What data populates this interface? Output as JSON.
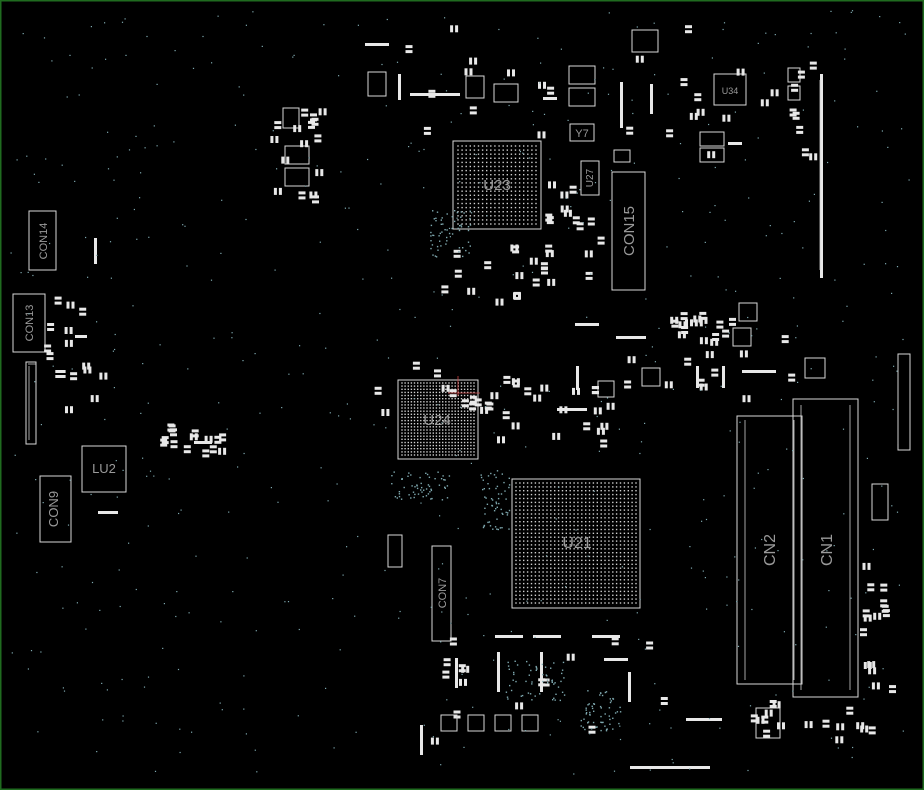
{
  "board": {
    "border_color": "#1f6b1f",
    "background": "#000000",
    "outline_color": "#d8d8d8",
    "label_color": "#9a9a9a",
    "trace_dot_color": "#7fa9b0"
  },
  "components": {
    "U23": "U23",
    "U24": "U24",
    "U21": "U21",
    "CN1": "CN1",
    "CN2": "CN2",
    "CON15": "CON15",
    "CON14": "CON14",
    "CON13": "CON13",
    "CON9": "CON9",
    "CON7": "CON7",
    "LU2": "LU2",
    "Y7": "Y7",
    "U27": "U27",
    "U34": "U34"
  }
}
